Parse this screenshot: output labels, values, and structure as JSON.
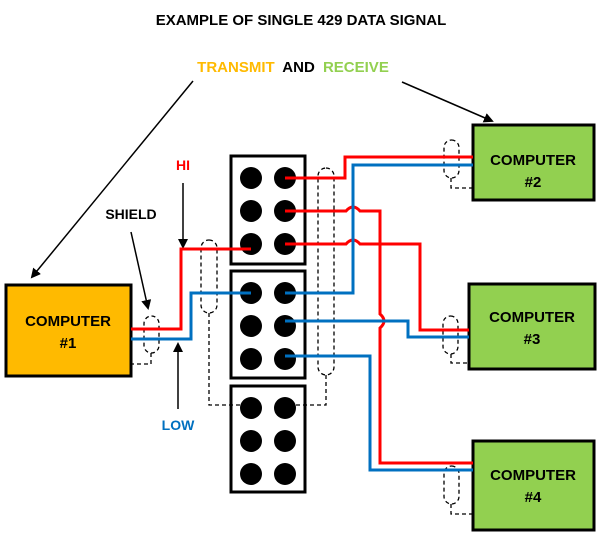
{
  "title": "EXAMPLE OF SINGLE 429 DATA SIGNAL",
  "subtitle": {
    "transmit": "TRANSMIT",
    "and": "AND",
    "receive": "RECEIVE"
  },
  "labels": {
    "hi": "HI",
    "low": "LOW",
    "shield": "SHIELD"
  },
  "computers": [
    {
      "id": "computer-1",
      "line1": "COMPUTER",
      "line2": "#1",
      "role": "transmit"
    },
    {
      "id": "computer-2",
      "line1": "COMPUTER",
      "line2": "#2",
      "role": "receive"
    },
    {
      "id": "computer-3",
      "line1": "COMPUTER",
      "line2": "#3",
      "role": "receive"
    },
    {
      "id": "computer-4",
      "line1": "COMPUTER",
      "line2": "#4",
      "role": "receive"
    }
  ],
  "connector_blocks": [
    {
      "name": "connector-block-1",
      "rows": 3,
      "cols": 2
    },
    {
      "name": "connector-block-2",
      "rows": 3,
      "cols": 2
    },
    {
      "name": "connector-block-3",
      "rows": 3,
      "cols": 2
    }
  ],
  "colors": {
    "transmit": "#FFBA00",
    "receive": "#92D050",
    "hi_wire": "#FF0000",
    "low_wire": "#0070C0",
    "text": "#000000",
    "hi_label": "#FF0000",
    "low_label": "#0070C0"
  }
}
